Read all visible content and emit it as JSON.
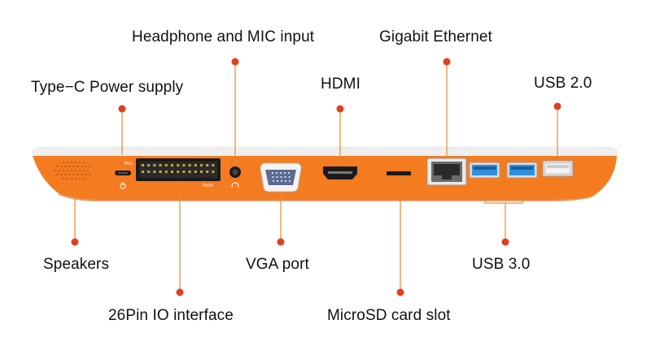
{
  "colors": {
    "body_orange": "#f47b20",
    "accent_dot": "#e0401c",
    "leader_line": "#e8892e",
    "port_black": "#1a1a1a",
    "usb3_blue": "#2f8fe0",
    "usb2_white": "#eeeeee"
  },
  "device": {
    "small_text_left": "Pin1",
    "small_text_right": "Pin26",
    "power_icon": "power-icon",
    "headphone_icon": "headphone-icon"
  },
  "callouts": {
    "headphone": "Headphone and MIC input",
    "gigabit": "Gigabit Ethernet",
    "typec": "Type−C Power supply",
    "hdmi": "HDMI",
    "usb2": "USB 2.0",
    "speakers": "Speakers",
    "vga": "VGA port",
    "usb3": "USB 3.0",
    "io26": "26Pin IO interface",
    "microsd": "MicroSD card slot"
  }
}
